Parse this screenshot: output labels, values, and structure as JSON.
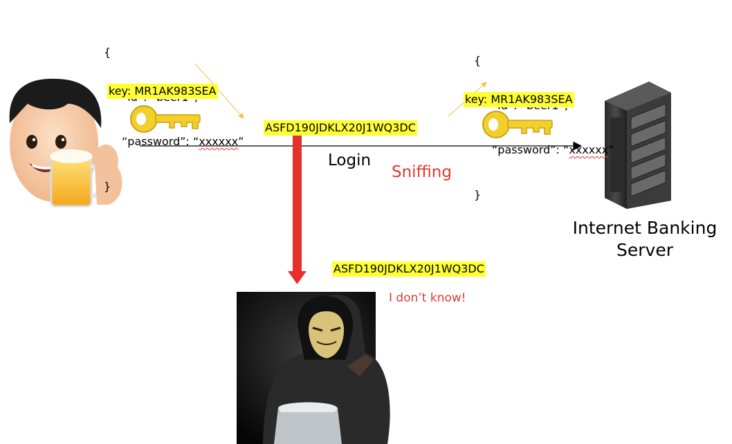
{
  "left_payload": {
    "open": "{",
    "id_line": {
      "key": "“id”: ",
      "value": "“beer1”,"
    },
    "pw_line": {
      "key": "“password”: ",
      "value_open": "“",
      "value": "xxxxxx",
      "value_close": "”"
    },
    "close": "}"
  },
  "right_payload": {
    "open": "{",
    "id_line": {
      "key": "“id”: ",
      "value": "“beer1”,"
    },
    "pw_line": {
      "key": "“password”: ",
      "value_open": "“",
      "value": "xxxxxx",
      "value_close": "”"
    },
    "close": "}"
  },
  "left_key_label": "key: MR1AK983SEA",
  "right_key_label": "key: MR1AK983SEA",
  "ciphertext_top": "ASFD190JDKLX20J1WQ3DC",
  "ciphertext_bottom": "ASFD190JDKLX20J1WQ3DC",
  "login_label": "Login",
  "sniffing_label": "Sniffing",
  "server_label": {
    "line1": "Internet Banking",
    "line2": "Server"
  },
  "attacker_note": "I don’t know!",
  "colors": {
    "highlight": "#ffff33",
    "sniff_red": "#e8302a",
    "text_red": "#e03a2e",
    "key_gold": "#f2cf2a",
    "annotation_arrow": "#f0c040"
  },
  "icons": [
    "user-avatar-icon",
    "key-icon",
    "server-rack-icon",
    "hacker-image-icon"
  ]
}
